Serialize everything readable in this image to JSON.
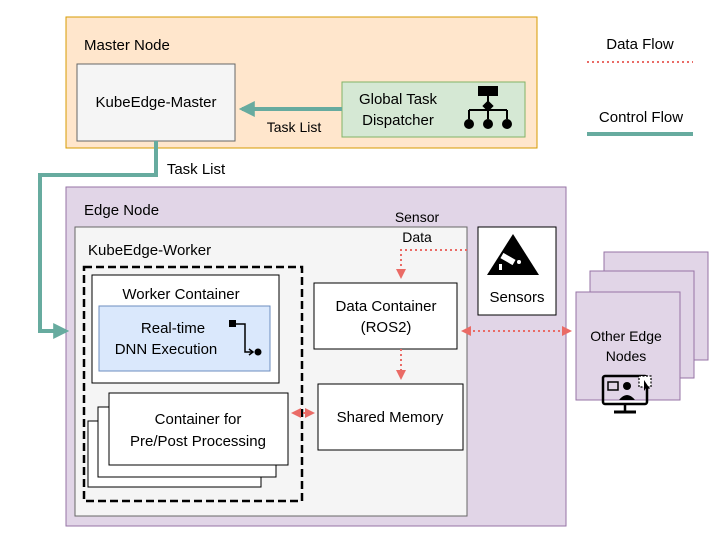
{
  "legend": {
    "data_flow": "Data Flow",
    "control_flow": "Control Flow",
    "data_flow_color": "#ea6b66",
    "control_flow_color": "#67ab9f"
  },
  "master_node": {
    "title": "Master Node",
    "fill": "#ffe6cc",
    "stroke": "#d79b00",
    "kubeedge_master": "KubeEdge-Master",
    "dispatcher_line1": "Global Task",
    "dispatcher_line2": "Dispatcher",
    "dispatcher_icon": "sitemap-icon",
    "task_list_inner": "Task List"
  },
  "task_list_outer": "Task List",
  "edge_node": {
    "title": "Edge Node",
    "fill": "#e1d5e7",
    "stroke": "#9673a6",
    "worker": {
      "title": "KubeEdge-Worker",
      "worker_container": "Worker Container",
      "dnn_line1": "Real-time",
      "dnn_line2": "DNN Execution",
      "dnn_fill": "#dae8fc",
      "dnn_icon": "flow-step-icon",
      "prepost_line1": "Container for",
      "prepost_line2": "Pre/Post Processing",
      "data_container_line1": "Data Container",
      "data_container_line2": "(ROS2)",
      "shared_memory": "Shared Memory",
      "sensor_data_line1": "Sensor",
      "sensor_data_line2": "Data"
    },
    "sensors": "Sensors",
    "sensors_icon": "security-camera-icon"
  },
  "other_edge_nodes": {
    "line1": "Other Edge",
    "line2": "Nodes",
    "icon": "monitor-user-icon"
  }
}
